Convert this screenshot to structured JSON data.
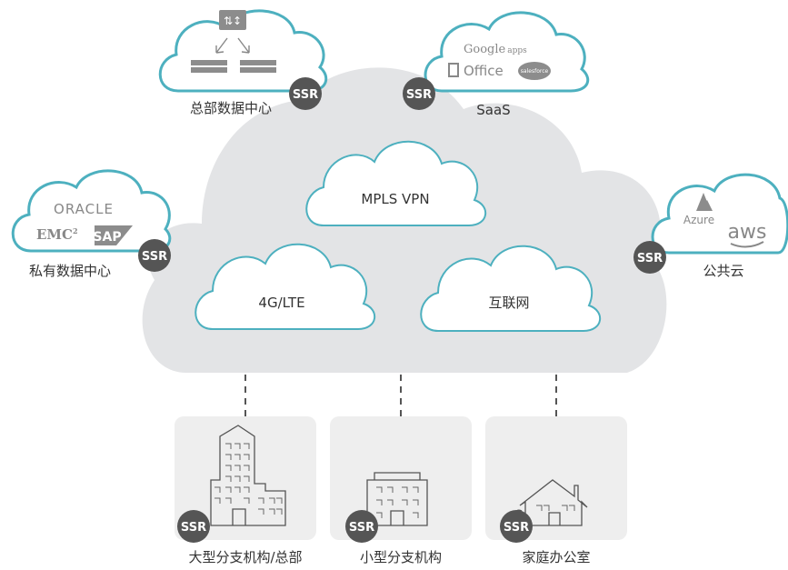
{
  "sites": {
    "hq_datacenter": "总部数据中心",
    "saas": "SaaS",
    "private_datacenter": "私有数据中心",
    "public_cloud": "公共云"
  },
  "networks": {
    "mpls": "MPLS VPN",
    "lte": "4G/LTE",
    "internet": "互联网"
  },
  "branches": {
    "large": "大型分支机构/总部",
    "small": "小型分支机构",
    "home": "家庭办公室"
  },
  "badge": "SSR",
  "saas_logos": {
    "google": "Google",
    "apps": "apps",
    "office": "Office",
    "salesforce": "salesforce"
  },
  "private_logos": {
    "oracle": "ORACLE",
    "emc": "EMC",
    "emc_sup": "2",
    "sap": "SAP"
  },
  "public_logos": {
    "azure": "Azure",
    "aws": "aws"
  },
  "colors": {
    "cloud_outline": "#4db0bf",
    "core_cloud": "#e3e4e6",
    "badge": "#555555",
    "tile": "#eeeeee"
  }
}
